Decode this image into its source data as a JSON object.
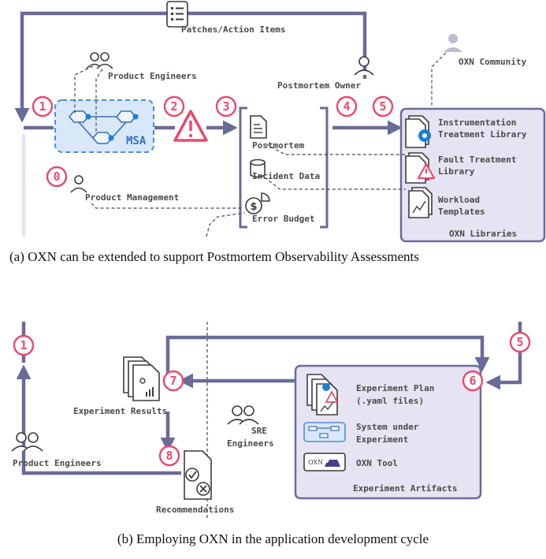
{
  "top": {
    "patches_label": "Patches/Action Items",
    "product_engineers": "Product Engineers",
    "postmortem_owner": "Postmortem Owner",
    "oxn_community": "OXN Community",
    "msa": "MSA",
    "postmortem": "Postmortem",
    "incident_data": "Incident Data",
    "error_budget": "Error Budget",
    "product_management": "Product Management",
    "instrumentation_lib": [
      "Instrumentation",
      "Treatment Library"
    ],
    "fault_lib": [
      "Fault Treatment",
      "Library"
    ],
    "workload": [
      "Workload",
      "Templates"
    ],
    "oxn_libraries": "OXN Libraries",
    "steps": [
      "1",
      "2",
      "3",
      "4",
      "5",
      "0"
    ]
  },
  "caption_a": "(a) OXN can be extended to support Postmortem Observability Assessments",
  "bottom": {
    "experiment_results": "Experiment Results",
    "sre_engineers": [
      "SRE",
      "Engineers"
    ],
    "product_engineers": "Product Engineers",
    "recommendations": "Recommendations",
    "experiment_plan": [
      "Experiment Plan",
      "(.yaml files)"
    ],
    "system_under": [
      "System under",
      "Experiment"
    ],
    "oxn_tool": "OXN Tool",
    "oxn_badge": "OXN",
    "experiment_artifacts": "Experiment Artifacts",
    "steps": [
      "1",
      "7",
      "8",
      "6",
      "5"
    ]
  },
  "caption_b": "(b) Employing OXN in the application development cycle",
  "colors": {
    "accent": "#e84a6e",
    "flow": "#6b6b99",
    "panel": "#e6e3f2",
    "msa": "#d8e8f8"
  }
}
